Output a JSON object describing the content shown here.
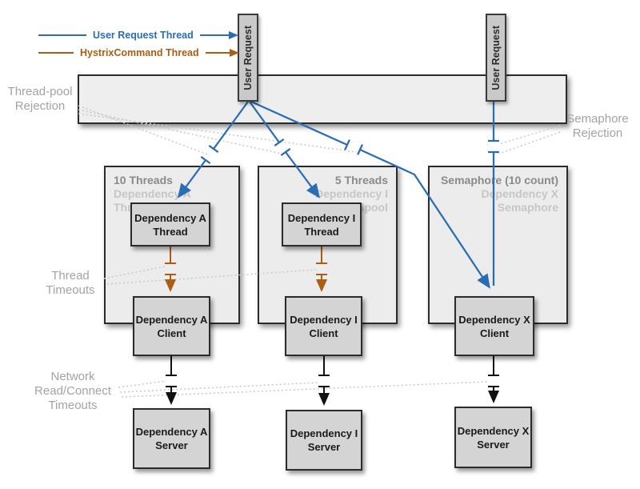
{
  "legend": {
    "items": [
      {
        "label": "User Request Thread",
        "color": "#2a6db4"
      },
      {
        "label": "HystrixCommand Thread",
        "color": "#ab5d13"
      }
    ]
  },
  "user_requests": [
    {
      "label": "User Request"
    },
    {
      "label": "User Request"
    }
  ],
  "panels": [
    {
      "title": "10 Threads",
      "subtitle": "Dependency A Threadpool"
    },
    {
      "title": "5 Threads",
      "subtitle": "Dependency I Threadpool"
    },
    {
      "title": "Semaphore (10 count)",
      "subtitle": "Dependency X Semaphore"
    }
  ],
  "nodes": {
    "thread_a": {
      "line1": "Dependency A",
      "line2": "Thread"
    },
    "thread_i": {
      "line1": "Dependency I",
      "line2": "Thread"
    },
    "client_a": {
      "line1": "Dependency A",
      "line2": "Client"
    },
    "client_i": {
      "line1": "Dependency I",
      "line2": "Client"
    },
    "client_x": {
      "line1": "Dependency X",
      "line2": "Client"
    },
    "server_a": {
      "line1": "Dependency A",
      "line2": "Server"
    },
    "server_i": {
      "line1": "Dependency I",
      "line2": "Server"
    },
    "server_x": {
      "line1": "Dependency X",
      "line2": "Server"
    }
  },
  "annotations": {
    "thread_pool_rejection": {
      "line1": "Thread-pool",
      "line2": "Rejection"
    },
    "semaphore_rejection": {
      "line1": "Semaphore",
      "line2": "Rejection"
    },
    "thread_timeouts": {
      "line1": "Thread",
      "line2": "Timeouts"
    },
    "network_timeouts": {
      "line1": "Network",
      "line2": "Read/Connect",
      "line3": "Timeouts"
    }
  },
  "colors": {
    "user_request_thread": "#2a6db4",
    "hystrix_command_thread": "#ab5d13",
    "network_connector": "#111111",
    "panel_fill": "#ececec",
    "node_fill": "#d4d4d4",
    "annotation_gray": "#a3a3a3"
  }
}
